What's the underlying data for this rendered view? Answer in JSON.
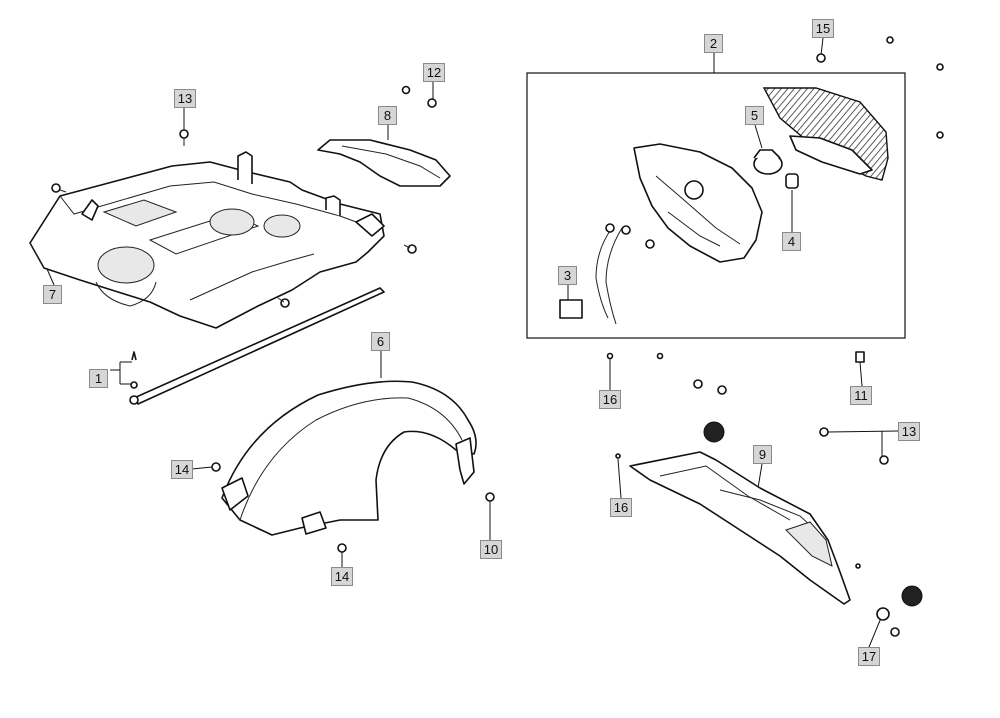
{
  "callouts": {
    "c1": "1",
    "c2": "2",
    "c3": "3",
    "c4": "4",
    "c5": "5",
    "c6": "6",
    "c7": "7",
    "c8": "8",
    "c9": "9",
    "c10": "10",
    "c11": "11",
    "c12": "12",
    "c13a": "13",
    "c13b": "13",
    "c14a": "14",
    "c14b": "14",
    "c15": "15",
    "c16a": "16",
    "c16b": "16",
    "c17": "17"
  }
}
